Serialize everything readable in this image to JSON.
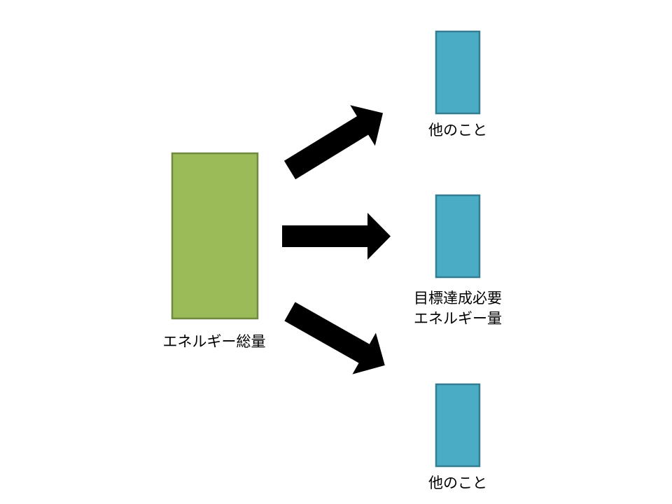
{
  "colors": {
    "source_fill": "#9BBB59",
    "source_stroke": "#71893F",
    "target_fill": "#4BACC6",
    "target_stroke": "#357D91",
    "arrow": "#000000"
  },
  "source": {
    "label": "エネルギー総量"
  },
  "targets": [
    {
      "label": "他のこと"
    },
    {
      "label_line1": "目標達成必要",
      "label_line2": "エネルギー量"
    },
    {
      "label": "他のこと"
    }
  ]
}
